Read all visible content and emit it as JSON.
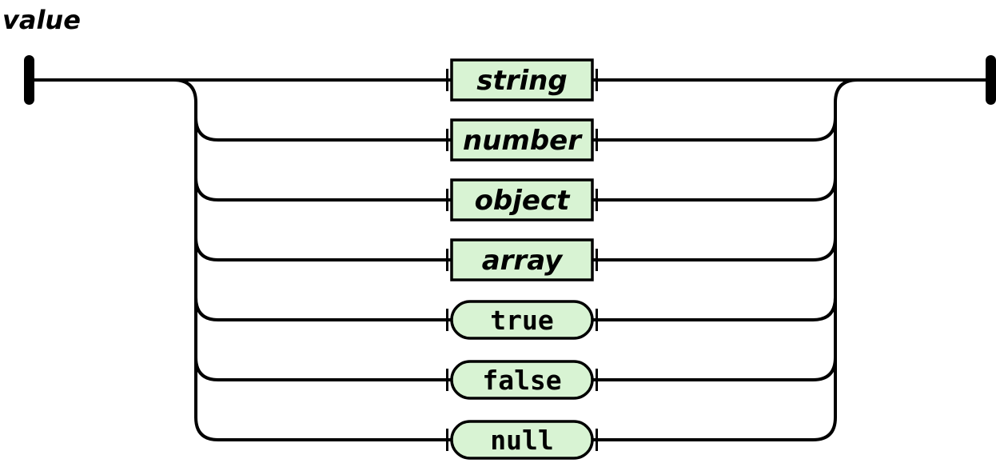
{
  "diagram": {
    "title": "value",
    "kind": "railroad-syntax-diagram",
    "colors": {
      "node_fill": "#d8f3d3",
      "node_border": "#000000",
      "line": "#000000",
      "background": "#ffffff",
      "text": "#000000"
    },
    "branches": [
      {
        "label": "string",
        "node_type": "non-terminal",
        "shape": "rectangle"
      },
      {
        "label": "number",
        "node_type": "non-terminal",
        "shape": "rectangle"
      },
      {
        "label": "object",
        "node_type": "non-terminal",
        "shape": "rectangle"
      },
      {
        "label": "array",
        "node_type": "non-terminal",
        "shape": "rectangle"
      },
      {
        "label": "true",
        "node_type": "terminal",
        "shape": "rounded"
      },
      {
        "label": "false",
        "node_type": "terminal",
        "shape": "rounded"
      },
      {
        "label": "null",
        "node_type": "terminal",
        "shape": "rounded"
      }
    ]
  }
}
